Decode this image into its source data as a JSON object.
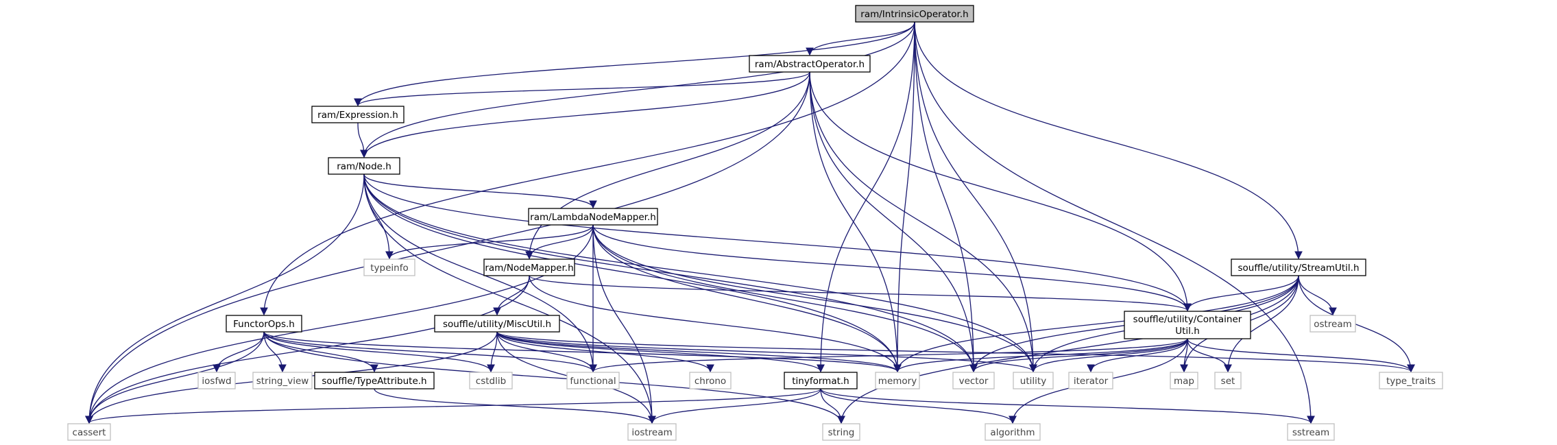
{
  "graph": {
    "nodes": [
      {
        "id": "root",
        "label": "ram/IntrinsicOperator.h",
        "kind": "root"
      },
      {
        "id": "abstract",
        "label": "ram/AbstractOperator.h",
        "kind": "local"
      },
      {
        "id": "expression",
        "label": "ram/Expression.h",
        "kind": "local"
      },
      {
        "id": "node",
        "label": "ram/Node.h",
        "kind": "local"
      },
      {
        "id": "lambda",
        "label": "ram/LambdaNodeMapper.h",
        "kind": "local"
      },
      {
        "id": "nodemapper",
        "label": "ram/NodeMapper.h",
        "kind": "local"
      },
      {
        "id": "miscutil",
        "label": "souffle/utility/MiscUtil.h",
        "kind": "local"
      },
      {
        "id": "functorops",
        "label": "FunctorOps.h",
        "kind": "local"
      },
      {
        "id": "typeattr",
        "label": "souffle/TypeAttribute.h",
        "kind": "local"
      },
      {
        "id": "tinyformat",
        "label": "tinyformat.h",
        "kind": "local"
      },
      {
        "id": "containerutil",
        "label": "souffle/utility/Container",
        "label2": "Util.h",
        "kind": "local"
      },
      {
        "id": "streamutil",
        "label": "souffle/utility/StreamUtil.h",
        "kind": "local"
      },
      {
        "id": "typeinfo",
        "label": "typeinfo",
        "kind": "ext"
      },
      {
        "id": "iosfwd",
        "label": "iosfwd",
        "kind": "ext"
      },
      {
        "id": "string_view",
        "label": "string_view",
        "kind": "ext"
      },
      {
        "id": "cstdlib",
        "label": "cstdlib",
        "kind": "ext"
      },
      {
        "id": "functional",
        "label": "functional",
        "kind": "ext"
      },
      {
        "id": "chrono",
        "label": "chrono",
        "kind": "ext"
      },
      {
        "id": "memory",
        "label": "memory",
        "kind": "ext"
      },
      {
        "id": "vector",
        "label": "vector",
        "kind": "ext"
      },
      {
        "id": "utility",
        "label": "utility",
        "kind": "ext"
      },
      {
        "id": "iterator",
        "label": "iterator",
        "kind": "ext"
      },
      {
        "id": "map",
        "label": "map",
        "kind": "ext"
      },
      {
        "id": "set",
        "label": "set",
        "kind": "ext"
      },
      {
        "id": "type_traits",
        "label": "type_traits",
        "kind": "ext"
      },
      {
        "id": "ostream",
        "label": "ostream",
        "kind": "ext"
      },
      {
        "id": "cassert",
        "label": "cassert",
        "kind": "ext"
      },
      {
        "id": "iostream",
        "label": "iostream",
        "kind": "ext"
      },
      {
        "id": "string",
        "label": "string",
        "kind": "ext"
      },
      {
        "id": "algorithm",
        "label": "algorithm",
        "kind": "ext"
      },
      {
        "id": "sstream",
        "label": "sstream",
        "kind": "ext"
      }
    ],
    "edges": [
      [
        "root",
        "abstract"
      ],
      [
        "root",
        "expression"
      ],
      [
        "root",
        "node"
      ],
      [
        "root",
        "functorops"
      ],
      [
        "root",
        "tinyformat"
      ],
      [
        "root",
        "memory"
      ],
      [
        "root",
        "vector"
      ],
      [
        "root",
        "streamutil"
      ],
      [
        "root",
        "utility"
      ],
      [
        "root",
        "sstream"
      ],
      [
        "abstract",
        "expression"
      ],
      [
        "abstract",
        "node"
      ],
      [
        "abstract",
        "cassert"
      ],
      [
        "abstract",
        "nodemapper"
      ],
      [
        "abstract",
        "memory"
      ],
      [
        "abstract",
        "vector"
      ],
      [
        "abstract",
        "containerutil"
      ],
      [
        "abstract",
        "utility"
      ],
      [
        "expression",
        "node"
      ],
      [
        "node",
        "lambda"
      ],
      [
        "node",
        "typeinfo"
      ],
      [
        "node",
        "cassert"
      ],
      [
        "node",
        "iostream"
      ],
      [
        "node",
        "functional"
      ],
      [
        "node",
        "memory"
      ],
      [
        "node",
        "vector"
      ],
      [
        "node",
        "utility"
      ],
      [
        "node",
        "containerutil"
      ],
      [
        "lambda",
        "typeinfo"
      ],
      [
        "lambda",
        "nodemapper"
      ],
      [
        "lambda",
        "cassert"
      ],
      [
        "lambda",
        "functional"
      ],
      [
        "lambda",
        "memory"
      ],
      [
        "lambda",
        "vector"
      ],
      [
        "lambda",
        "utility"
      ],
      [
        "lambda",
        "containerutil"
      ],
      [
        "lambda",
        "iostream"
      ],
      [
        "nodemapper",
        "miscutil"
      ],
      [
        "nodemapper",
        "cassert"
      ],
      [
        "nodemapper",
        "memory"
      ],
      [
        "nodemapper",
        "containerutil"
      ],
      [
        "miscutil",
        "cstdlib"
      ],
      [
        "miscutil",
        "functional"
      ],
      [
        "miscutil",
        "chrono"
      ],
      [
        "miscutil",
        "memory"
      ],
      [
        "miscutil",
        "tinyformat"
      ],
      [
        "miscutil",
        "cassert"
      ],
      [
        "miscutil",
        "iostream"
      ],
      [
        "miscutil",
        "utility"
      ],
      [
        "miscutil",
        "type_traits"
      ],
      [
        "functorops",
        "iosfwd"
      ],
      [
        "functorops",
        "string_view"
      ],
      [
        "functorops",
        "typeattr"
      ],
      [
        "functorops",
        "cstdlib"
      ],
      [
        "functorops",
        "functional"
      ],
      [
        "functorops",
        "memory"
      ],
      [
        "functorops",
        "cassert"
      ],
      [
        "functorops",
        "string"
      ],
      [
        "typeattr",
        "iostream"
      ],
      [
        "tinyformat",
        "cassert"
      ],
      [
        "tinyformat",
        "iostream"
      ],
      [
        "tinyformat",
        "string"
      ],
      [
        "tinyformat",
        "algorithm"
      ],
      [
        "tinyformat",
        "sstream"
      ],
      [
        "containerutil",
        "functional"
      ],
      [
        "containerutil",
        "memory"
      ],
      [
        "containerutil",
        "vector"
      ],
      [
        "containerutil",
        "utility"
      ],
      [
        "containerutil",
        "iterator"
      ],
      [
        "containerutil",
        "map"
      ],
      [
        "containerutil",
        "set"
      ],
      [
        "containerutil",
        "type_traits"
      ],
      [
        "containerutil",
        "algorithm"
      ],
      [
        "streamutil",
        "containerutil"
      ],
      [
        "streamutil",
        "memory"
      ],
      [
        "streamutil",
        "vector"
      ],
      [
        "streamutil",
        "utility"
      ],
      [
        "streamutil",
        "ostream"
      ],
      [
        "streamutil",
        "map"
      ],
      [
        "streamutil",
        "set"
      ],
      [
        "streamutil",
        "type_traits"
      ],
      [
        "streamutil",
        "string"
      ]
    ]
  },
  "colors": {
    "edge": "#191970",
    "root_fill": "#bfbfbf",
    "ext_border": "#bfbfbf",
    "local_border": "#000000"
  }
}
